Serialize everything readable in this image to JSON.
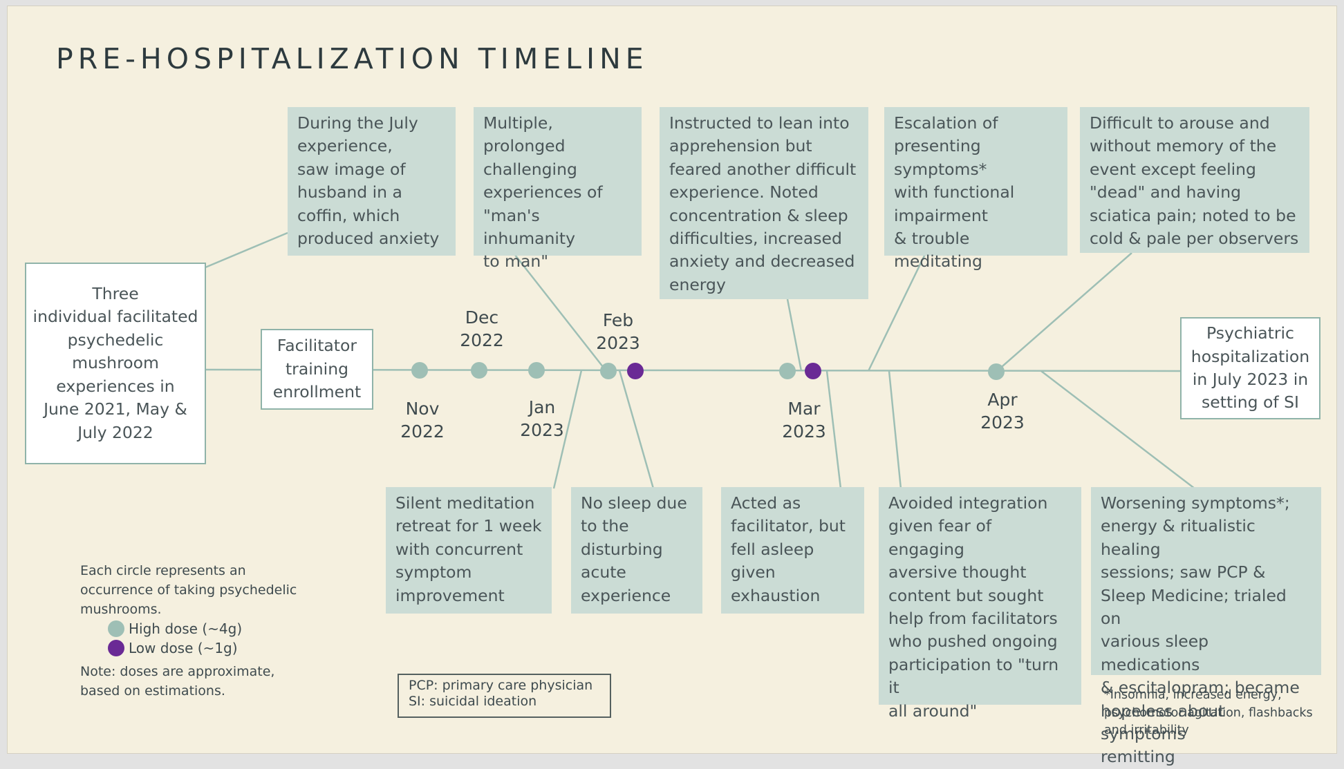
{
  "title": "PRE-HOSPITALIZATION TIMELINE",
  "colors": {
    "background": "#f5f0df",
    "box_fill": "#cbdcd5",
    "line": "#8fb3a9",
    "high_dose": "#9ebfb5",
    "low_dose": "#6a2a95",
    "text": "#3e4a4e"
  },
  "start_box": "Three\nindividual facilitated\npsychedelic\nmushroom\nexperiences in\nJune 2021, May &\nJuly 2022",
  "training_box": "Facilitator\ntraining\nenrollment",
  "end_box": "Psychiatric\nhospitalization\nin July 2023 in\nsetting of SI",
  "top_boxes": [
    "During the July\nexperience,\nsaw image of\nhusband in a\ncoffin, which\nproduced anxiety",
    "Multiple,\nprolonged\nchallenging\nexperiences of\n\"man's inhumanity\nto man\"",
    "Instructed to lean into\napprehension but\nfeared another difficult\nexperience. Noted\nconcentration & sleep\ndifficulties, increased\nanxiety and decreased\nenergy",
    "Escalation of\npresenting\nsymptoms*\nwith functional\nimpairment\n& trouble meditating",
    "Difficult to arouse and\nwithout memory of the\nevent except feeling\n\"dead\" and having\nsciatica pain; noted to be\ncold & pale per observers"
  ],
  "bottom_boxes": [
    "Silent meditation\nretreat for 1 week\nwith concurrent\nsymptom\nimprovement",
    "No sleep due\nto the\ndisturbing\nacute\nexperience",
    "Acted as\nfacilitator, but\nfell asleep\ngiven\nexhaustion",
    "Avoided integration\ngiven fear of engaging\naversive thought\ncontent but sought\nhelp from facilitators\nwho pushed ongoing\nparticipation to \"turn it\nall around\"",
    "Worsening symptoms*;\nenergy & ritualistic healing\nsessions; saw PCP &\nSleep Medicine; trialed on\nvarious sleep medications\n& escitalopram; became\nhopeless about symptoms\nremitting"
  ],
  "dates": {
    "dec_2022": "Dec\n2022",
    "feb_2023": "Feb\n2023",
    "nov_2022": "Nov\n2022",
    "jan_2023": "Jan\n2023",
    "mar_2023": "Mar\n2023",
    "apr_2023": "Apr\n2023"
  },
  "doses": [
    "high",
    "high",
    "high",
    "high",
    "low",
    "high",
    "low",
    "high"
  ],
  "legend": {
    "description": "Each circle represents an\noccurrence of taking psychedelic\nmushrooms.",
    "high_label": "High dose (~4g)",
    "low_label": "Low dose (~1g)",
    "note": "Note: doses are approximate,\nbased on estimations."
  },
  "abbreviations": [
    "PCP: primary care physician",
    "SI: suicidal ideation"
  ],
  "footnote": "*Insomnia, increased energy,\npsychomotor agitation, flashbacks\nand irritability"
}
